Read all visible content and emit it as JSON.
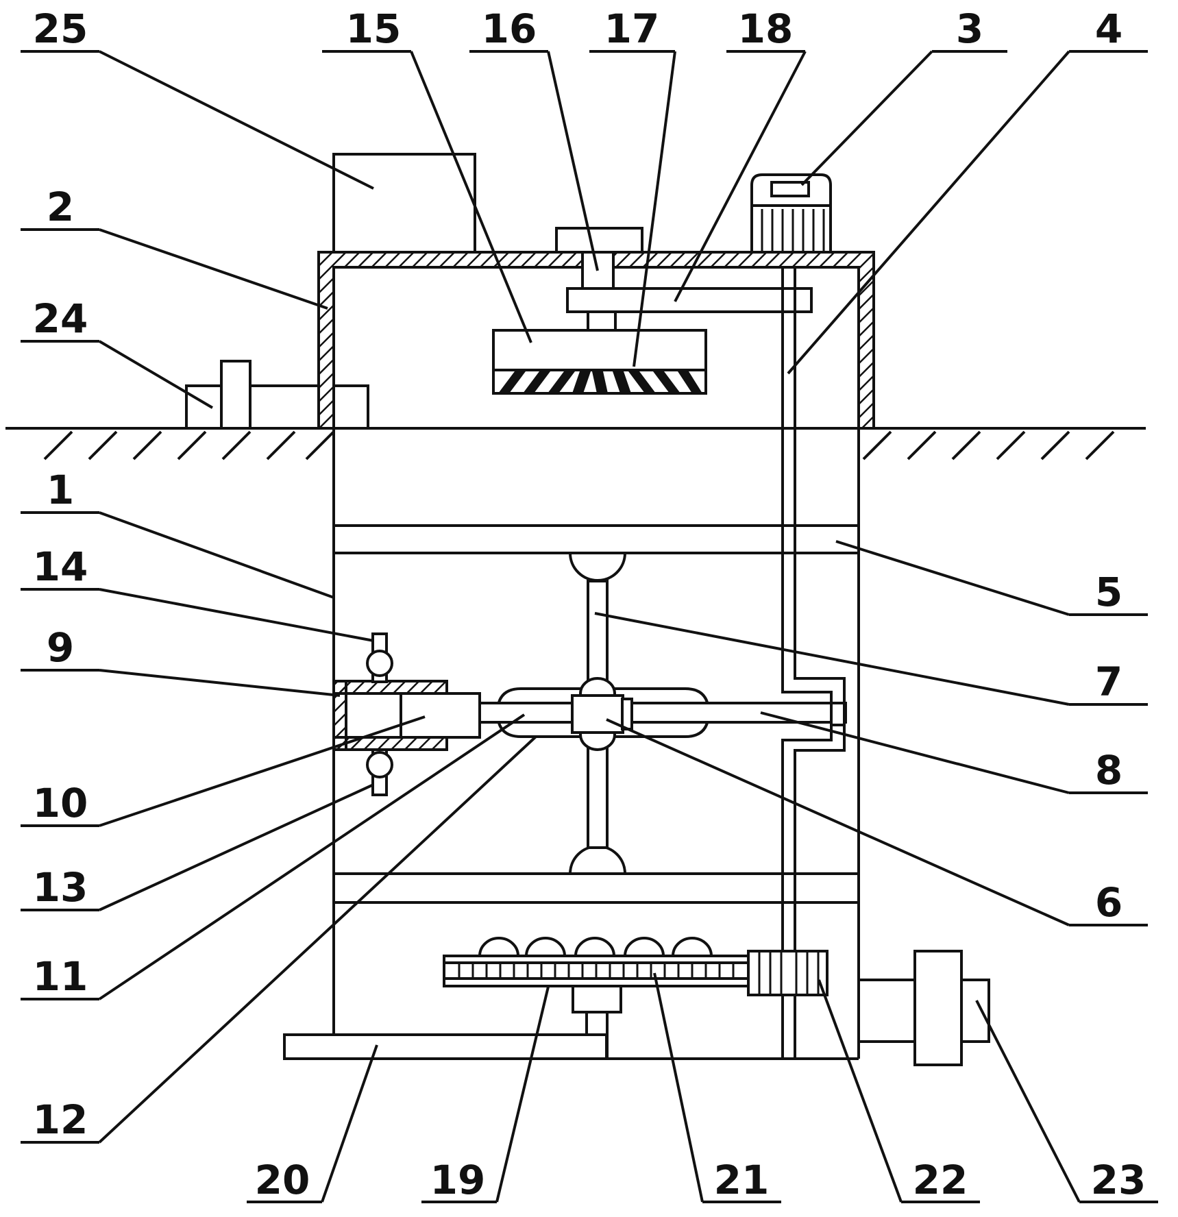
{
  "labels": {
    "l25": "25",
    "l15": "15",
    "l16": "16",
    "l17": "17",
    "l18": "18",
    "l3": "3",
    "l4": "4",
    "l2": "2",
    "l24": "24",
    "l1": "1",
    "l14": "14",
    "l9": "9",
    "l10": "10",
    "l13": "13",
    "l11": "11",
    "l12": "12",
    "l20": "20",
    "l19": "19",
    "l21": "21",
    "l22": "22",
    "l23": "23",
    "l5": "5",
    "l7": "7",
    "l8": "8",
    "l6": "6"
  }
}
